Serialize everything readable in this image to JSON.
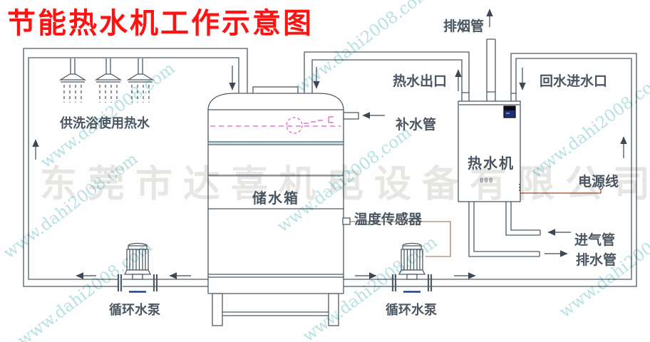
{
  "title": "节能热水机工作示意图",
  "watermark": {
    "company": "东莞市达喜机电设备有限公司",
    "url": "www.dahi2008.com"
  },
  "labels": {
    "exhaust_pipe": "排烟管",
    "hot_water_outlet": "热水出口",
    "return_water_inlet": "回水进水口",
    "makeup_water_pipe": "补水管",
    "shower_hot_water": "供洗浴使用热水",
    "water_heater": "热水机",
    "heater_vents": "000",
    "power_line": "电源线",
    "storage_tank": "储水箱",
    "temperature_sensor": "温度传感器",
    "gas_inlet_pipe": "进气管",
    "drain_pipe": "排水管",
    "circulation_pump_left": "循环水泵",
    "circulation_pump_right": "循环水泵"
  },
  "colors": {
    "title_red": "#fe1312",
    "line_slate": "#4e5a66",
    "label_slate": "#4a5662",
    "water_level_pink": "#e05ac8",
    "power_wire_brown": "#a1472f",
    "watermark_cyan": "#b9e2e4",
    "watermark_gray": "#e8e7e3"
  }
}
